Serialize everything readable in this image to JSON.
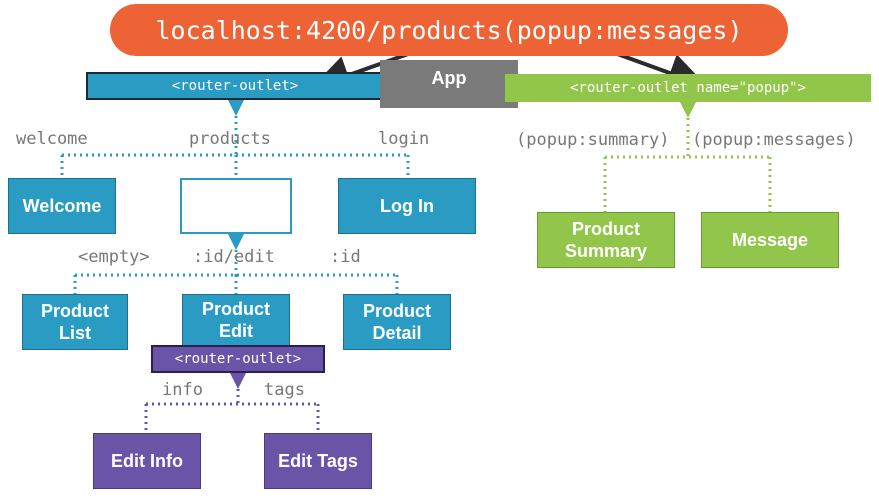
{
  "url": "localhost:4200/products(popup:messages)",
  "app": "App",
  "primary_outlet": "<router-outlet>",
  "popup_outlet": "<router-outlet name=\"popup\">",
  "child_outlet": "<router-outlet>",
  "routes": {
    "welcome": "welcome",
    "products": "products",
    "login": "login",
    "empty": "<empty>",
    "id_edit": ":id/edit",
    "id": ":id",
    "info": "info",
    "tags": "tags",
    "popup_summary": "(popup:summary)",
    "popup_messages": "(popup:messages)"
  },
  "nodes": {
    "welcome": "Welcome",
    "login": "Log In",
    "product_list": "Product List",
    "product_edit": "Product Edit",
    "product_detail": "Product Detail",
    "product_summary": "Product Summary",
    "message": "Message",
    "edit_info": "Edit Info",
    "edit_tags": "Edit Tags"
  },
  "colors": {
    "url": "#ee6335",
    "primary": "#2a9bc2",
    "popup": "#92c64a",
    "child": "#6a54a8",
    "app": "#7a7a7a"
  }
}
